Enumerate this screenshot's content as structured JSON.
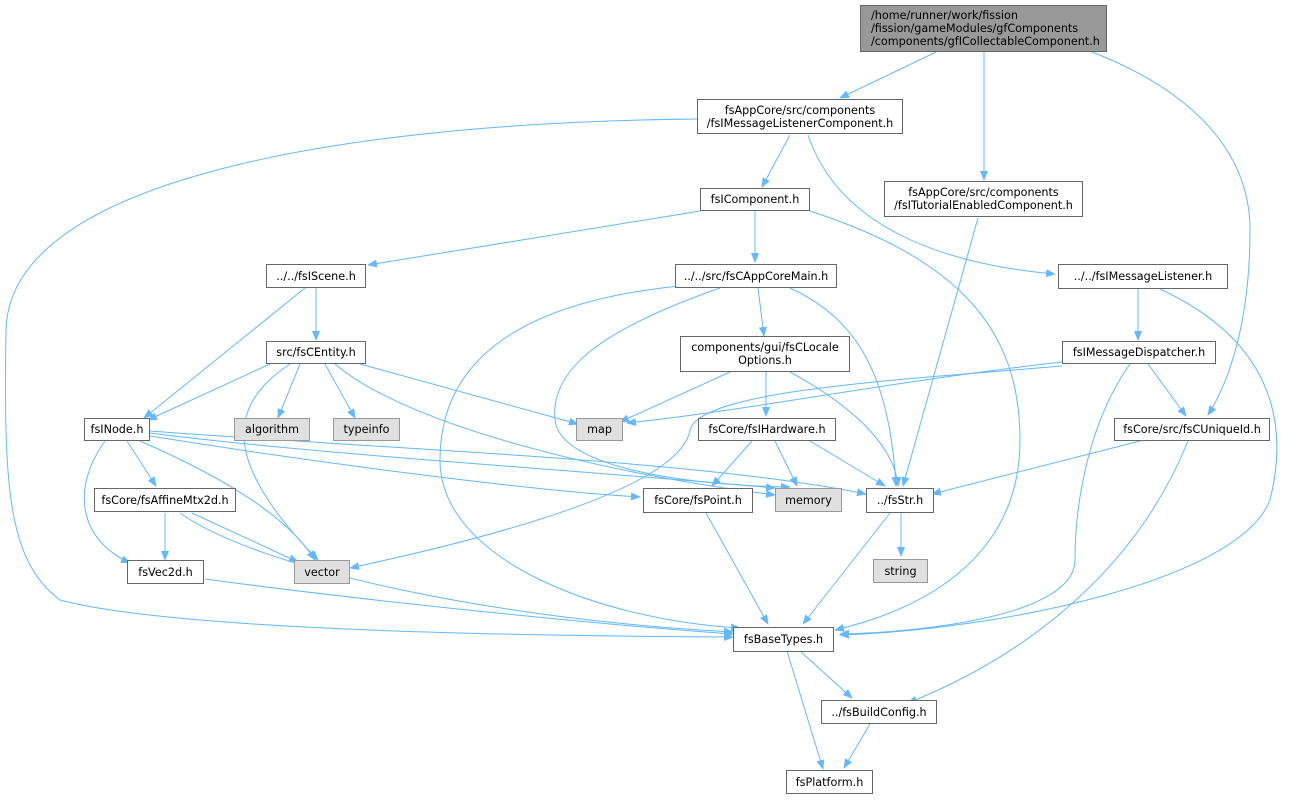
{
  "edge_color": "#63b8ff",
  "nodes": {
    "root": {
      "lines": [
        "/home/runner/work/fission",
        "/fission/gameModules/gfComponents",
        "/components/gfICollectableComponent.h"
      ],
      "fill": "#999999"
    },
    "msgListenerComp": {
      "lines": [
        "fsAppCore/src/components",
        "/fsIMessageListenerComponent.h"
      ]
    },
    "tutorialComp": {
      "lines": [
        "fsAppCore/src/components",
        "/fsITutorialEnabledComponent.h"
      ]
    },
    "component": {
      "lines": [
        "fsIComponent.h"
      ]
    },
    "scene": {
      "lines": [
        "../../fsIScene.h"
      ]
    },
    "appCoreMain": {
      "lines": [
        "../../src/fsCAppCoreMain.h"
      ]
    },
    "msgListener": {
      "lines": [
        "../../fsIMessageListener.h"
      ]
    },
    "entity": {
      "lines": [
        "src/fsCEntity.h"
      ]
    },
    "localeOptions": {
      "lines": [
        "components/gui/fsCLocale",
        "Options.h"
      ]
    },
    "msgDispatcher": {
      "lines": [
        "fsIMessageDispatcher.h"
      ]
    },
    "inode": {
      "lines": [
        "fsINode.h"
      ]
    },
    "algorithm": {
      "lines": [
        "algorithm"
      ],
      "fill": "#e0e0e0"
    },
    "typeinfo": {
      "lines": [
        "typeinfo"
      ],
      "fill": "#e0e0e0"
    },
    "map": {
      "lines": [
        "map"
      ],
      "fill": "#e0e0e0"
    },
    "hardware": {
      "lines": [
        "fsCore/fsIHardware.h"
      ]
    },
    "uniqueId": {
      "lines": [
        "fsCore/src/fsCUniqueId.h"
      ]
    },
    "affine": {
      "lines": [
        "fsCore/fsAffineMtx2d.h"
      ]
    },
    "point": {
      "lines": [
        "fsCore/fsPoint.h"
      ]
    },
    "memory": {
      "lines": [
        "memory"
      ],
      "fill": "#e0e0e0"
    },
    "str": {
      "lines": [
        "../fsStr.h"
      ]
    },
    "vec2d": {
      "lines": [
        "fsVec2d.h"
      ]
    },
    "vector": {
      "lines": [
        "vector"
      ],
      "fill": "#e0e0e0"
    },
    "string": {
      "lines": [
        "string"
      ],
      "fill": "#e0e0e0"
    },
    "baseTypes": {
      "lines": [
        "fsBaseTypes.h"
      ]
    },
    "buildConfig": {
      "lines": [
        "../fsBuildConfig.h"
      ]
    },
    "platform": {
      "lines": [
        "fsPlatform.h"
      ]
    }
  }
}
